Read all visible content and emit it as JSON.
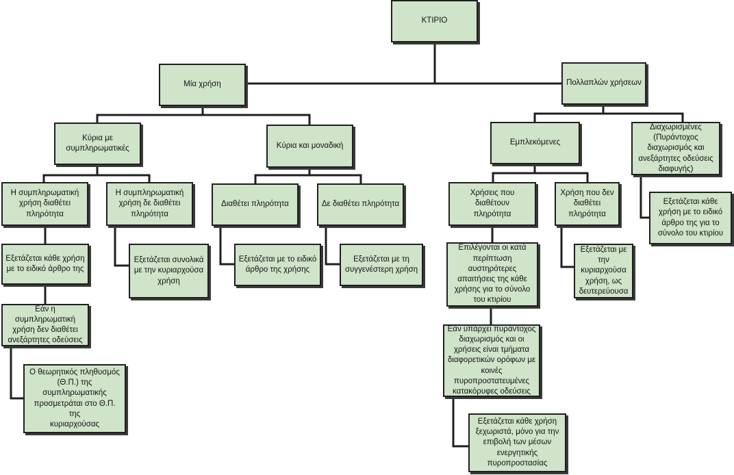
{
  "diagram": {
    "colors": {
      "box_fill": "#cfe4c9",
      "box_border": "#1f1f1f",
      "line": "#1f1f1f",
      "shadow": "#3a3a3a"
    },
    "nodes": {
      "root": "ΚΤΙΡΙΟ",
      "single_use": "Μία χρήση",
      "multi_use": "Πολλαπλών χρήσεων",
      "main_with_aux": "Κύρια με\nσυμπληρωματικές",
      "main_only": "Κύρια και μοναδική",
      "mixed": "Εμπλεκόμενες",
      "separated": "Διαχωρισμένες\n(Πυράντοχος\nδιαχωρισμός και\nανεξάρτητες οδεύσεις\nδιαφυγής)",
      "aux_has_occupancy": "Η συμπληρωματική\nχρήση διαθέτει\nπληρότητα",
      "aux_no_occupancy": "Η συμπληρωματική\nχρήση δε διαθέτει\nπληρότητα",
      "has_occupancy": "Διαθέτει πληρότητα",
      "no_occupancy": "Δε διαθέτει πληρότητα",
      "uses_with_occupancy": "Χρήσεις που διαθέτουν\nπληρότητα",
      "use_no_occupancy": "Χρήση που δεν\nδιαθέτει\nπληρότητα",
      "each_use_specific": "Εξετάζεται κάθε χρήση\nμε το ειδικό άρθρο της",
      "examined_with_main": "Εξετάζεται συνολικά\nμε την κυριαρχούσα\nχρήση",
      "examined_specific_article": "Εξετάζεται με το ειδικό\nάρθρο της χρήσης",
      "examined_closest_use": "Εξετάζεται με τη\nσυγγενέστερη χρήση",
      "strictest_requirements": "Επιλέγονται οι κατά\nπερίπτωση\nαυστηρότερες\nαπαιτήσεις της κάθε\nχρήσης για το σύνολο\nτου κτιρίου",
      "examined_as_secondary": "Εξετάζεται με\nτην κυριαρχούσα\nχρήση, ως\nδευτερεύουσα",
      "each_use_whole_building": "Εξετάζεται κάθε\nχρήση με το ειδικό\nάρθρο της για το\nσύνολο του κτιρίου",
      "if_no_independent_exits": "Εάν η\nσυμπληρωματική\nχρήση δεν διαθέτει\nανεξάρτητες οδεύσεις",
      "if_fire_separation": "Εάν υπάρχει πυράντοχος\nδιαχωρισμός και οι\nχρήσεις είναι τμήματα\nδιαφορετικών ορόφων με\nκοινές\nπυροπροστατευμένες\nκατακόρυφες οδεύσεις",
      "theoretical_population": "Ο θεωρητικός πληθυσμός\n(Θ.Π.) της\nσυμπληρωματικής\nπροσμετράται στο Θ.Π. της\nκυριαρχούσας",
      "each_use_separately": "Εξετάζεται κάθε χρήση\nξεχωριστά, μόνο για την\nεπιβολή των μέσων\nενεργητικής\nπυροπροστασίας"
    }
  }
}
